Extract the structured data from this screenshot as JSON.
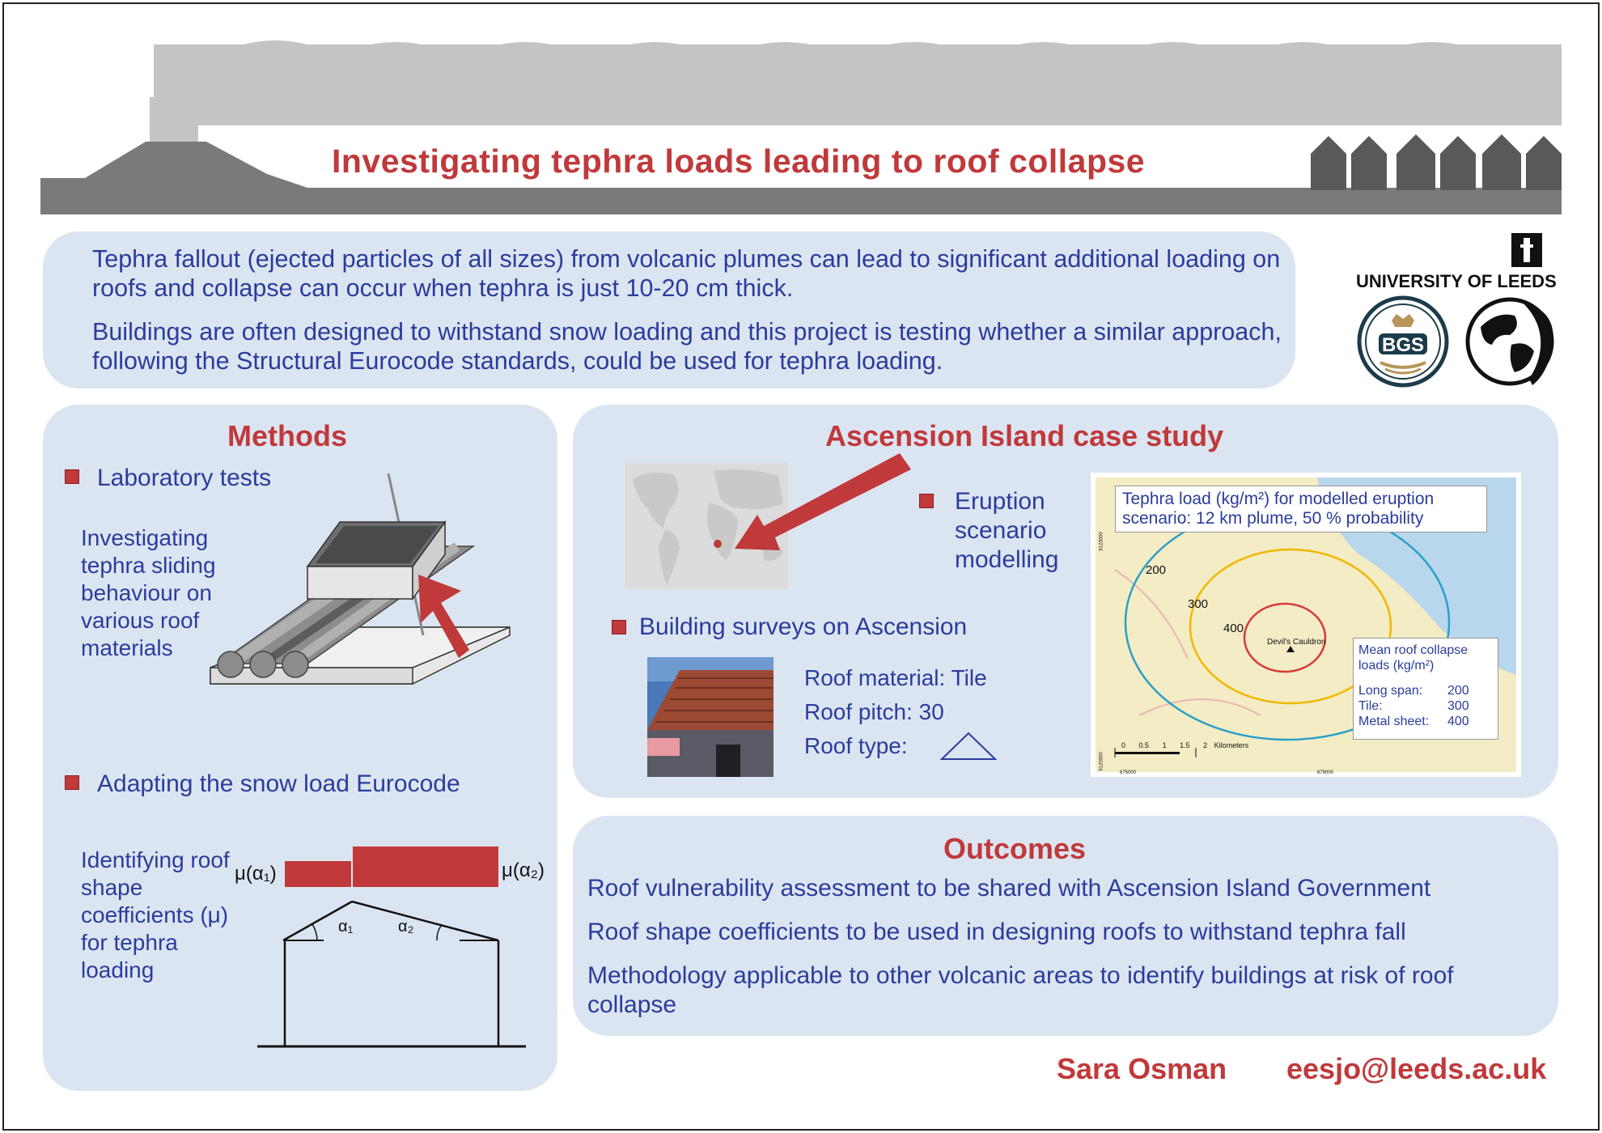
{
  "title": "Investigating tephra loads leading to roof collapse",
  "intro": {
    "paragraph1": "Tephra fallout (ejected particles of all sizes) from volcanic plumes can lead to significant additional loading on roofs and collapse can occur when tephra is just 10-20 cm thick.",
    "paragraph2": "Buildings are often designed to withstand snow loading and this project is testing whether a similar approach, following the Structural Eurocode standards, could be used for tephra loading."
  },
  "logos": {
    "leeds": "UNIVERSITY OF LEEDS",
    "bgs": "BGS"
  },
  "methods": {
    "heading": "Methods",
    "bullet1": "Laboratory tests",
    "desc1": "Investigating tephra sliding behaviour on various roof materials",
    "bullet2": "Adapting the snow load Eurocode",
    "desc2": "Identifying roof shape coefficients (μ) for tephra loading",
    "mu1": "μ(α₁)",
    "mu2": "μ(α₂)",
    "alpha1": "α₁",
    "alpha2": "α₂"
  },
  "case_study": {
    "heading": "Ascension Island case study",
    "bullet1": "Eruption scenario modelling",
    "bullet2": "Building surveys on Ascension",
    "roof_material": "Roof material: Tile",
    "roof_pitch": "Roof pitch: 30",
    "roof_type": "Roof type:",
    "map": {
      "title": "Tephra load (kg/m²) for modelled eruption scenario: 12 km plume, 50 % probability",
      "contours": [
        "200",
        "300",
        "400"
      ],
      "place": "Devil's Cauldron",
      "legend_title": "Mean roof collapse loads (kg/m²)",
      "legend_rows": [
        {
          "label": "Long span:",
          "value": "200"
        },
        {
          "label": "Tile:",
          "value": "300"
        },
        {
          "label": "Metal sheet:",
          "value": "400"
        }
      ],
      "scale_ticks": [
        "0",
        "0.5",
        "1",
        "1.5",
        "2"
      ],
      "scale_unit": "Kilometers",
      "x_coord_left": "675000",
      "x_coord_right": "679000",
      "y_coord_top": "9123000",
      "y_coord_bottom": "9120000"
    }
  },
  "outcomes": {
    "heading": "Outcomes",
    "items": [
      "Roof vulnerability assessment to be shared with Ascension Island Government",
      "Roof shape coefficients to be used in designing roofs to withstand tephra fall",
      "Methodology applicable to other volcanic areas to identify buildings at risk of roof collapse"
    ]
  },
  "footer": {
    "name": "Sara Osman",
    "email": "eesjo@leeds.ac.uk"
  },
  "colors": {
    "accent_red": "#c0393b",
    "text_blue": "#2b3c9c",
    "panel_bg": "#dbe5f1",
    "plume_grey": "#c4c4c4",
    "ground_grey": "#7a7a7a"
  }
}
